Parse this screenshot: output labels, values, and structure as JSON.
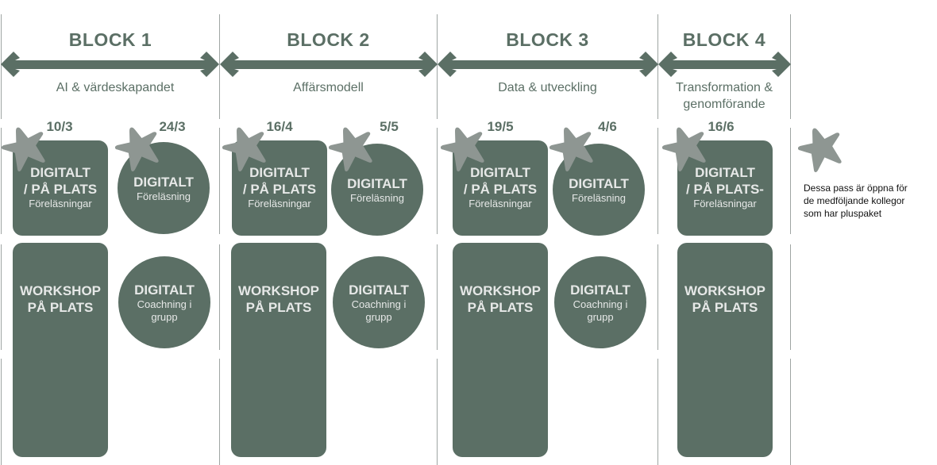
{
  "colors": {
    "primary": "#5b6f65",
    "star": "#8e9692",
    "card_text": "#e6e8e7",
    "divider": "#9fa5a3"
  },
  "blocks": [
    {
      "title": "BLOCK 1",
      "subtitle": "AI & värdeskapandet",
      "sessions": [
        {
          "date": "10/3",
          "shape": "rounded-rect",
          "plus": true,
          "line1": "DIGITALT",
          "line2": "/ PÅ PLATS",
          "line3": "Föreläsningar"
        },
        {
          "date": "24/3",
          "shape": "circle",
          "plus": true,
          "line1": "DIGITALT",
          "line2": "Föreläsning"
        }
      ],
      "workshop": {
        "line1": "WORKSHOP",
        "line2": "PÅ PLATS"
      },
      "coaching": {
        "line1": "DIGITALT",
        "line2": "Coachning i",
        "line3": "grupp"
      }
    },
    {
      "title": "BLOCK 2",
      "subtitle": "Affärsmodell",
      "sessions": [
        {
          "date": "16/4",
          "shape": "rounded-rect",
          "plus": true,
          "line1": "DIGITALT",
          "line2": "/ PÅ PLATS",
          "line3": "Föreläsningar"
        },
        {
          "date": "5/5",
          "shape": "circle",
          "plus": true,
          "line1": "DIGITALT",
          "line2": "Föreläsning"
        }
      ],
      "workshop": {
        "line1": "WORKSHOP",
        "line2": "PÅ PLATS"
      },
      "coaching": {
        "line1": "DIGITALT",
        "line2": "Coachning i",
        "line3": "grupp"
      }
    },
    {
      "title": "BLOCK 3",
      "subtitle": "Data & utveckling",
      "sessions": [
        {
          "date": "19/5",
          "shape": "rounded-rect",
          "plus": true,
          "line1": "DIGITALT",
          "line2": "/ PÅ PLATS",
          "line3": "Föreläsningar"
        },
        {
          "date": "4/6",
          "shape": "circle",
          "plus": true,
          "line1": "DIGITALT",
          "line2": "Föreläsning"
        }
      ],
      "workshop": {
        "line1": "WORKSHOP",
        "line2": "PÅ PLATS"
      },
      "coaching": {
        "line1": "DIGITALT",
        "line2": "Coachning i",
        "line3": "grupp"
      }
    },
    {
      "title": "BLOCK 4",
      "subtitle_line1": "Transformation &",
      "subtitle_line2": "genomförande",
      "sessions": [
        {
          "date": "16/6",
          "shape": "rounded-rect",
          "plus": true,
          "line1": "DIGITALT",
          "line2": "/ PÅ PLATS-",
          "line3": "Föreläsningar"
        }
      ],
      "workshop": {
        "line1": "WORKSHOP",
        "line2": "PÅ PLATS"
      }
    }
  ],
  "legend": {
    "icon": "star-icon",
    "line1": "Dessa pass är öppna för",
    "line2": "de medföljande kollegor",
    "line3": "som har pluspaket"
  }
}
